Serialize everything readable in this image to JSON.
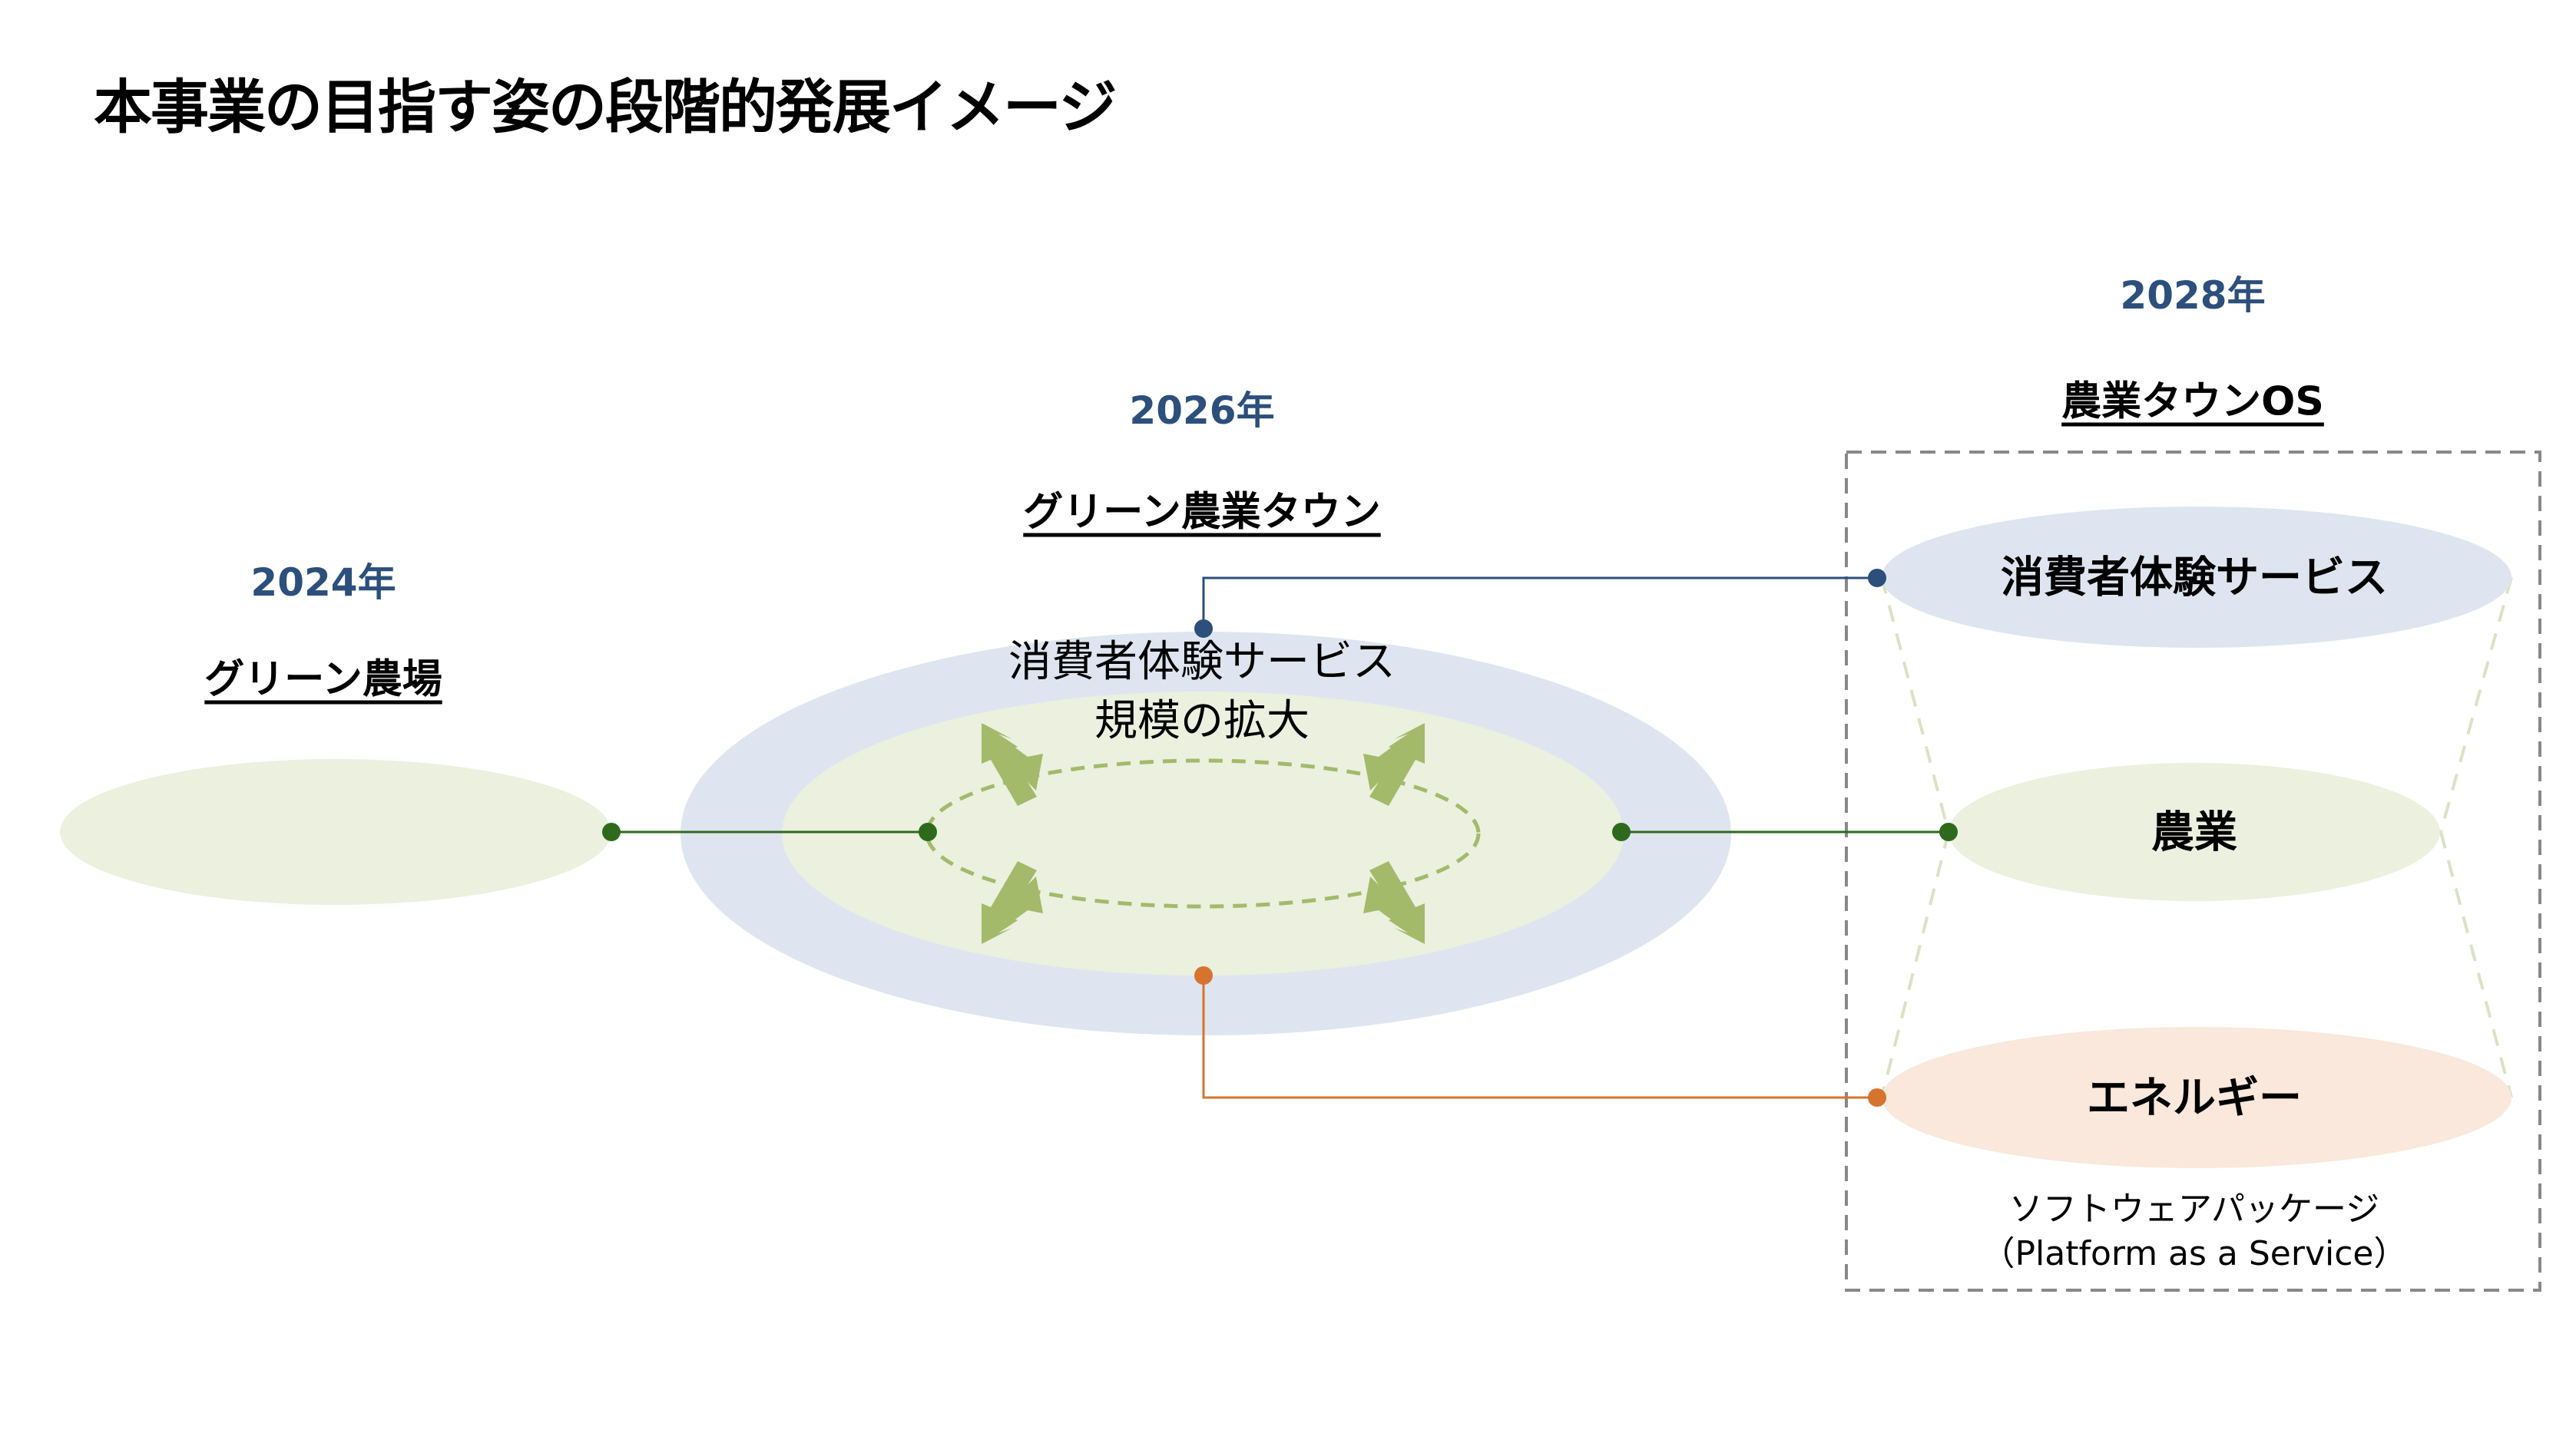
{
  "title": "本事業の目指す姿の段階的発展イメージ",
  "colors": {
    "year_text": "#2c4f7c",
    "blue_fill": "#dee5f0",
    "green_fill": "#ebf0df",
    "orange_fill": "#f9e8db",
    "green_line": "#2e6a1c",
    "blue_line": "#2c4f7c",
    "orange_line": "#d6742f",
    "arrow_green": "#a3ba6a",
    "box_border": "#888888"
  },
  "stages": [
    {
      "year": "2024年",
      "name": "グリーン農場"
    },
    {
      "year": "2026年",
      "name": "グリーン農業タウン",
      "center_text": [
        "消費者体験サービス",
        "規模の拡大"
      ]
    },
    {
      "year": "2028年",
      "name": "農業タウンOS",
      "layers": [
        {
          "label": "消費者体験サービス",
          "connector": "blue"
        },
        {
          "label": "農業",
          "connector": "green"
        },
        {
          "label": "エネルギー",
          "connector": "orange"
        }
      ],
      "package_text": [
        "ソフトウェアパッケージ",
        "（Platform as a Service）"
      ]
    }
  ],
  "icons": {
    "expand_arrows": "four-diagonal-expansion-arrows"
  }
}
